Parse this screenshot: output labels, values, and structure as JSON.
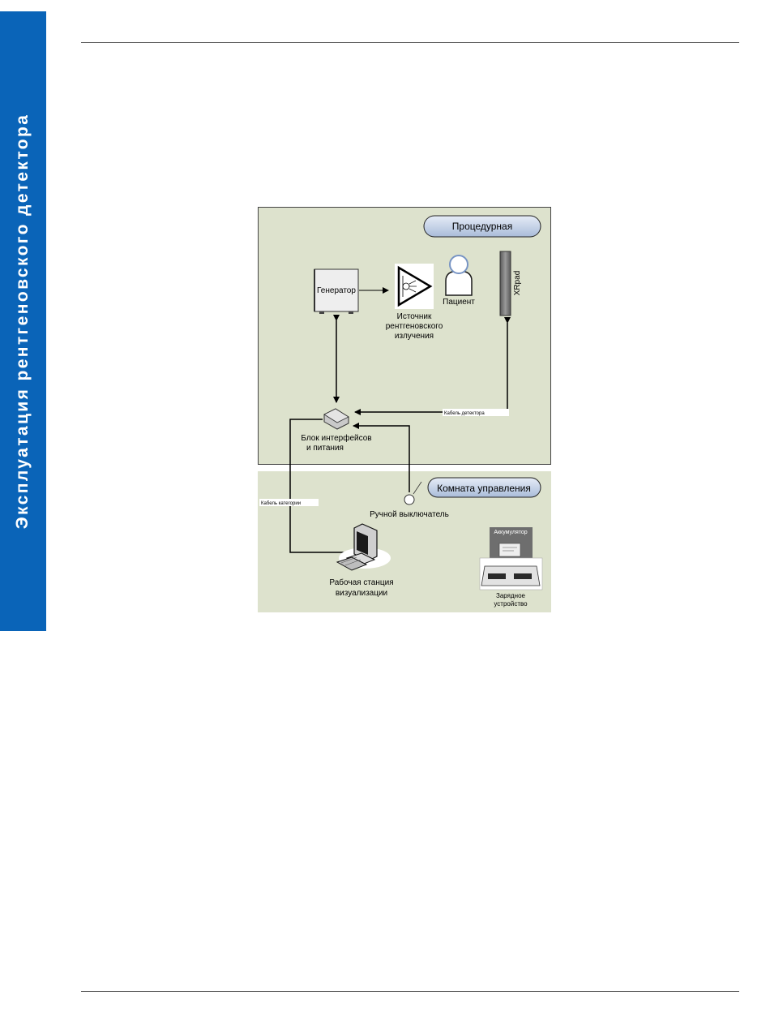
{
  "sidebar": {
    "title": "Эксплуатация рентгеновского детектора"
  },
  "diagram": {
    "zones": {
      "procedure": "Процедурная",
      "control": "Комната управления"
    },
    "nodes": {
      "generator": "Генератор",
      "xray_source": [
        "Источник",
        "рентгеновского",
        "излучения"
      ],
      "patient": "Пациент",
      "detector": "XRpad",
      "interface_box": [
        "Блок интерфейсов",
        "и питания"
      ],
      "hand_switch": "Ручной выключатель",
      "workstation": [
        "Рабочая станция",
        "визуализации"
      ],
      "battery": "Аккумулятор",
      "charger": [
        "Зарядное",
        "устройство"
      ]
    },
    "cables": {
      "detector_cable": "Кабель детектора",
      "category_cable": "Кабель категории"
    }
  }
}
